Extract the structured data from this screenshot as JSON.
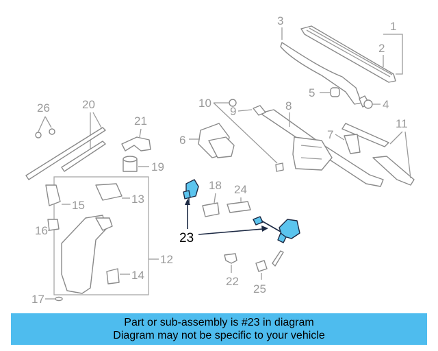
{
  "colors": {
    "highlight": "#5bc4ee",
    "banner": "#4ebcee",
    "part_outline": "#8a8a8a"
  },
  "callouts": [
    "1",
    "2",
    "3",
    "4",
    "5",
    "6",
    "7",
    "8",
    "9",
    "10",
    "11",
    "12",
    "13",
    "14",
    "15",
    "16",
    "17",
    "18",
    "19",
    "20",
    "21",
    "22",
    "23",
    "24",
    "25",
    "26"
  ],
  "highlighted_part": "23",
  "banner": {
    "line1": "Part or sub-assembly is #23 in diagram",
    "line2": "Diagram may not be specific to your vehicle"
  }
}
